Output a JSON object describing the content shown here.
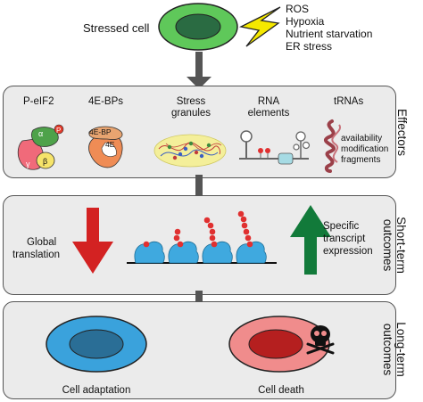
{
  "stress": {
    "cell_label": "Stressed cell",
    "stressors": [
      "ROS",
      "Hypoxia",
      "Nutrient starvation",
      "ER stress"
    ]
  },
  "effectors": {
    "side_label": "Effectors",
    "items": [
      {
        "label": "P-eIF2"
      },
      {
        "label": "4E-BPs"
      },
      {
        "label_line1": "Stress",
        "label_line2": "granules"
      },
      {
        "label_line1": "RNA",
        "label_line2": "elements"
      },
      {
        "label": "tRNAs"
      }
    ],
    "eif2_subunits": {
      "alpha": "α",
      "beta": "β",
      "gamma": "γ",
      "phospho": "P"
    },
    "fourebp": {
      "bp": "4E-BP",
      "e": "4E"
    },
    "trna_notes": [
      "availability",
      "modification",
      "fragments"
    ]
  },
  "short_term": {
    "side_label_line1": "Short-term",
    "side_label_line2": "outcomes",
    "global_line1": "Global",
    "global_line2": "translation",
    "specific_line1": "Specific",
    "specific_line2": "transcript",
    "specific_line3": "expression"
  },
  "long_term": {
    "side_label_line1": "Long-term",
    "side_label_line2": "outcomes",
    "adaptation": "Cell adaptation",
    "death": "Cell death"
  },
  "colors": {
    "cell_green_outer": "#5fc85a",
    "cell_green_inner": "#2a6b42",
    "bolt_yellow": "#f5e800",
    "panel_bg": "#ebebeb",
    "arrow_gray": "#555555",
    "down_red": "#d32222",
    "up_green": "#127a3a",
    "ribosome_blue": "#3fa9df",
    "bead_red": "#e03030",
    "adapt_outer": "#3aa2dc",
    "adapt_inner": "#2a6e96",
    "death_outer": "#f08c8c",
    "death_inner": "#b51f1f"
  }
}
